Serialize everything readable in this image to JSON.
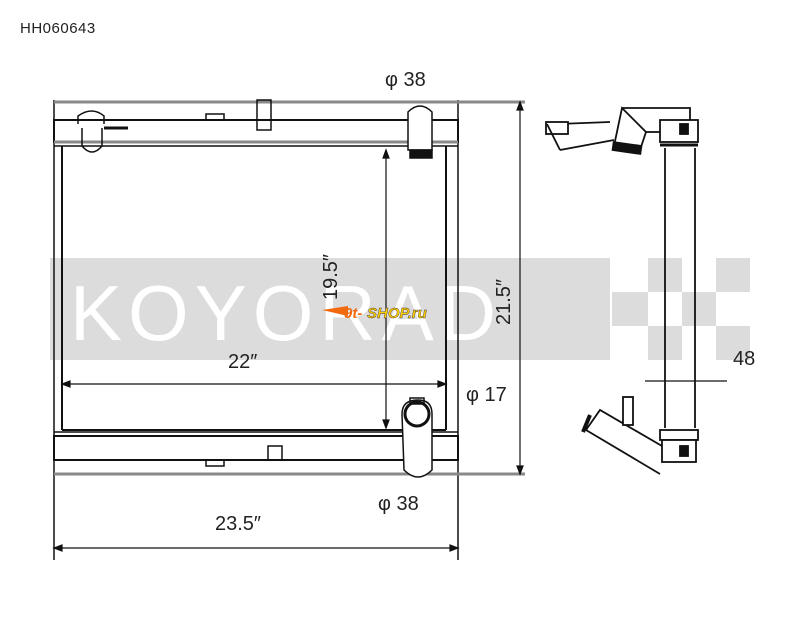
{
  "part_number": "HH060643",
  "watermark": {
    "brand": "KOYORAD",
    "brand_color": "#d9d9d9",
    "overlay_logo": "9t-SHOP.ru",
    "overlay_logo_colors": [
      "#f26a10",
      "#ffcc00"
    ]
  },
  "dimensions": {
    "top_inlet": "φ 38",
    "bottom_outlet": "φ 38",
    "core_width": "22″",
    "core_height": "19.5″",
    "overall_height": "21.5″",
    "overall_width": "23.5″",
    "filler_neck": "φ 17",
    "core_thickness": "48"
  },
  "views": {
    "front": "front-view",
    "side": "side-view"
  },
  "colors": {
    "line": "#111111",
    "gray_line": "#888888",
    "background": "#ffffff"
  }
}
